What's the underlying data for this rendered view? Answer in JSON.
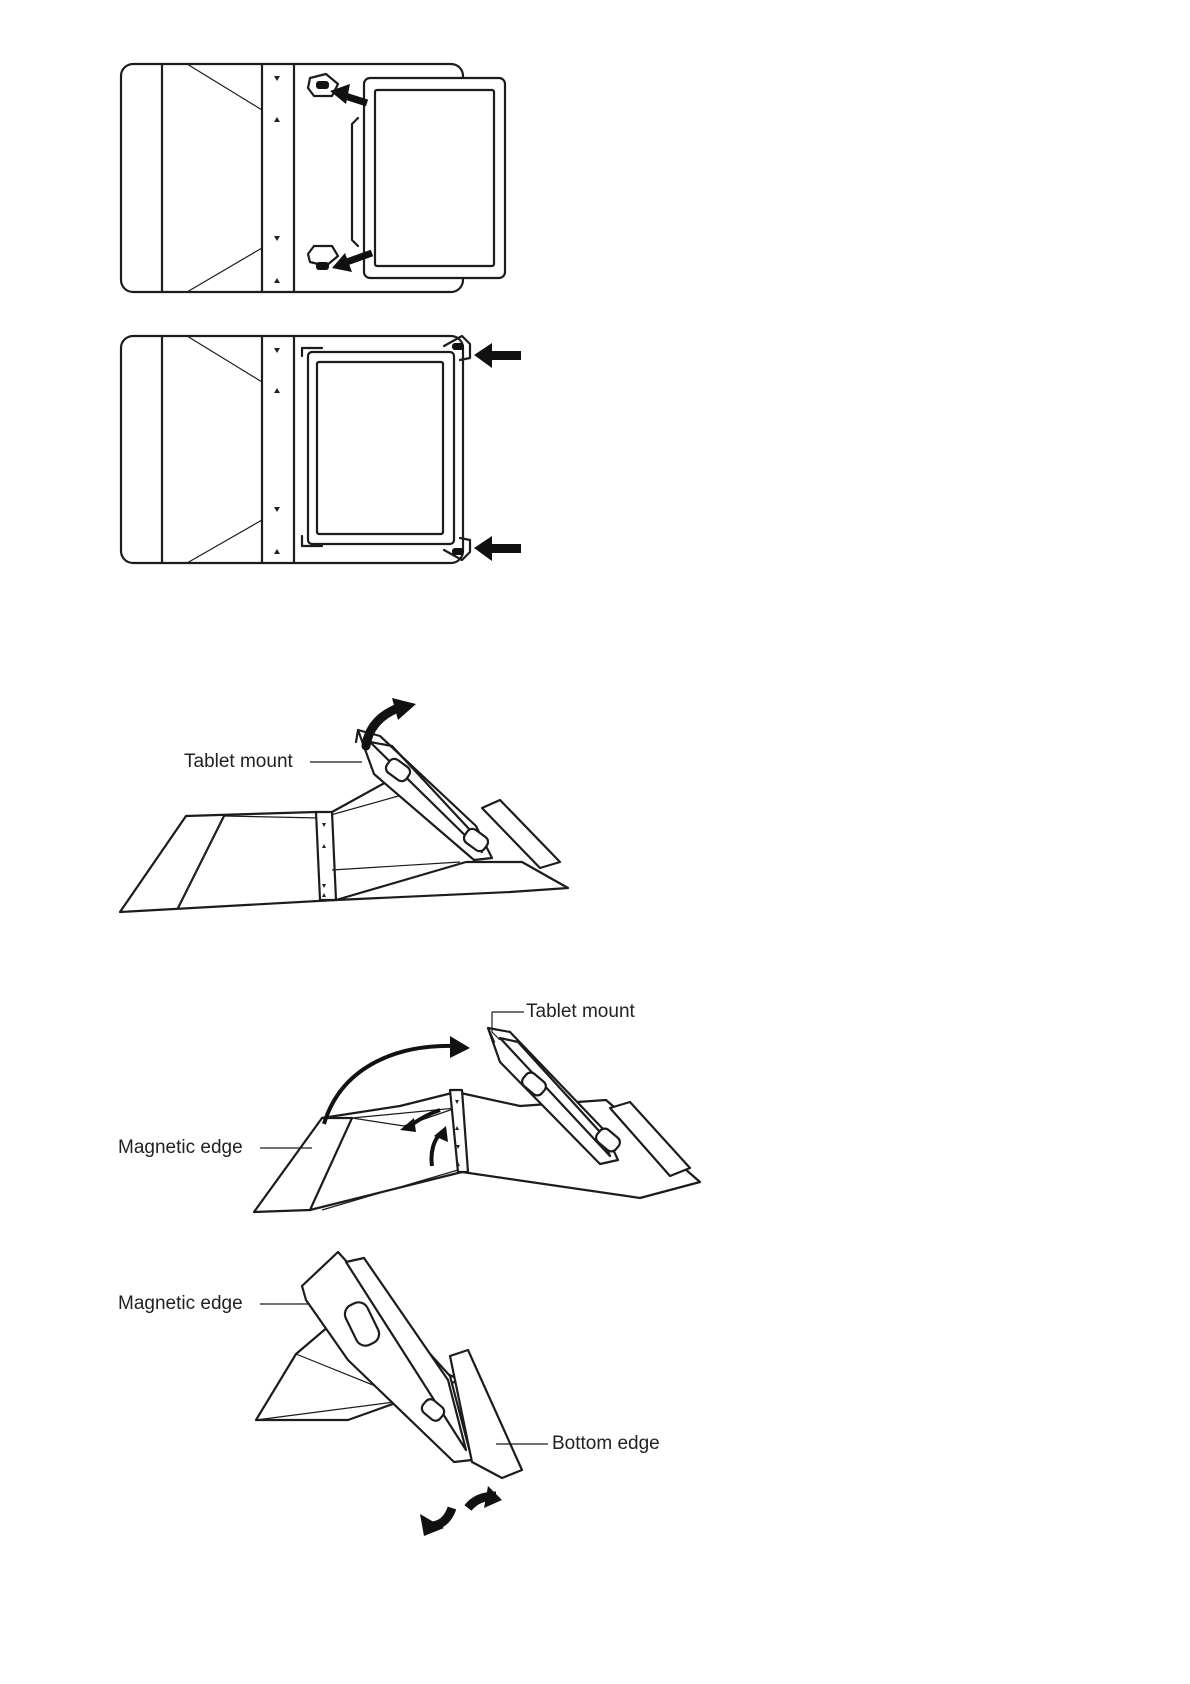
{
  "labels": {
    "tablet_mount_1": "Tablet mount",
    "tablet_mount_2": "Tablet mount",
    "magnetic_edge_1": "Magnetic edge",
    "magnetic_edge_2": "Magnetic edge",
    "bottom_edge": "Bottom edge"
  },
  "colors": {
    "line": "#1c1c1c",
    "background": "#ffffff"
  },
  "icons": [
    "arrow-icon",
    "curved-arrow-icon",
    "rotate-arrow-icon"
  ]
}
